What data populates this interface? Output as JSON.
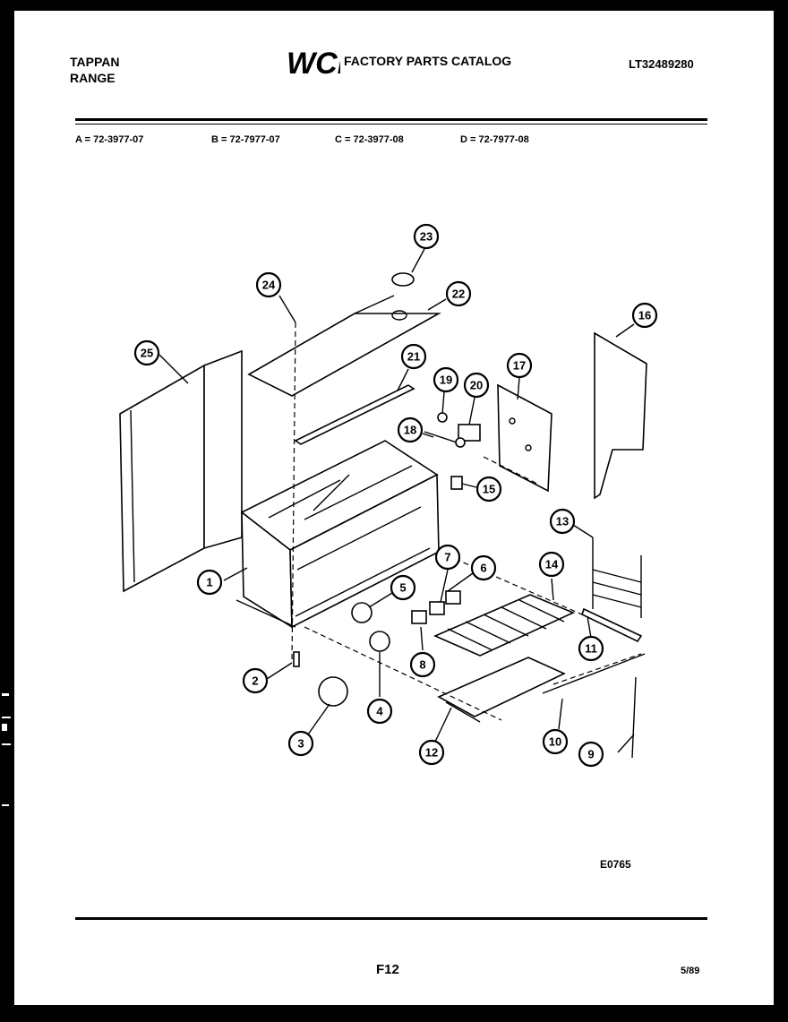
{
  "header": {
    "brand_line1": "TAPPAN",
    "brand_line2": "RANGE",
    "logo_text": "WCI",
    "catalog_title": "FACTORY PARTS CATALOG",
    "model_number": "LT32489280"
  },
  "model_codes": [
    {
      "label": "A = 72-3977-07"
    },
    {
      "label": "B = 72-7977-07"
    },
    {
      "label": "C = 72-3977-08"
    },
    {
      "label": "D = 72-7977-08"
    }
  ],
  "callouts": [
    "1",
    "2",
    "3",
    "4",
    "5",
    "6",
    "7",
    "8",
    "9",
    "10",
    "11",
    "12",
    "13",
    "14",
    "15",
    "16",
    "17",
    "18",
    "19",
    "20",
    "21",
    "22",
    "23",
    "24",
    "25"
  ],
  "footer": {
    "figure_code": "E0765",
    "page_number": "F12",
    "date": "5/89"
  }
}
